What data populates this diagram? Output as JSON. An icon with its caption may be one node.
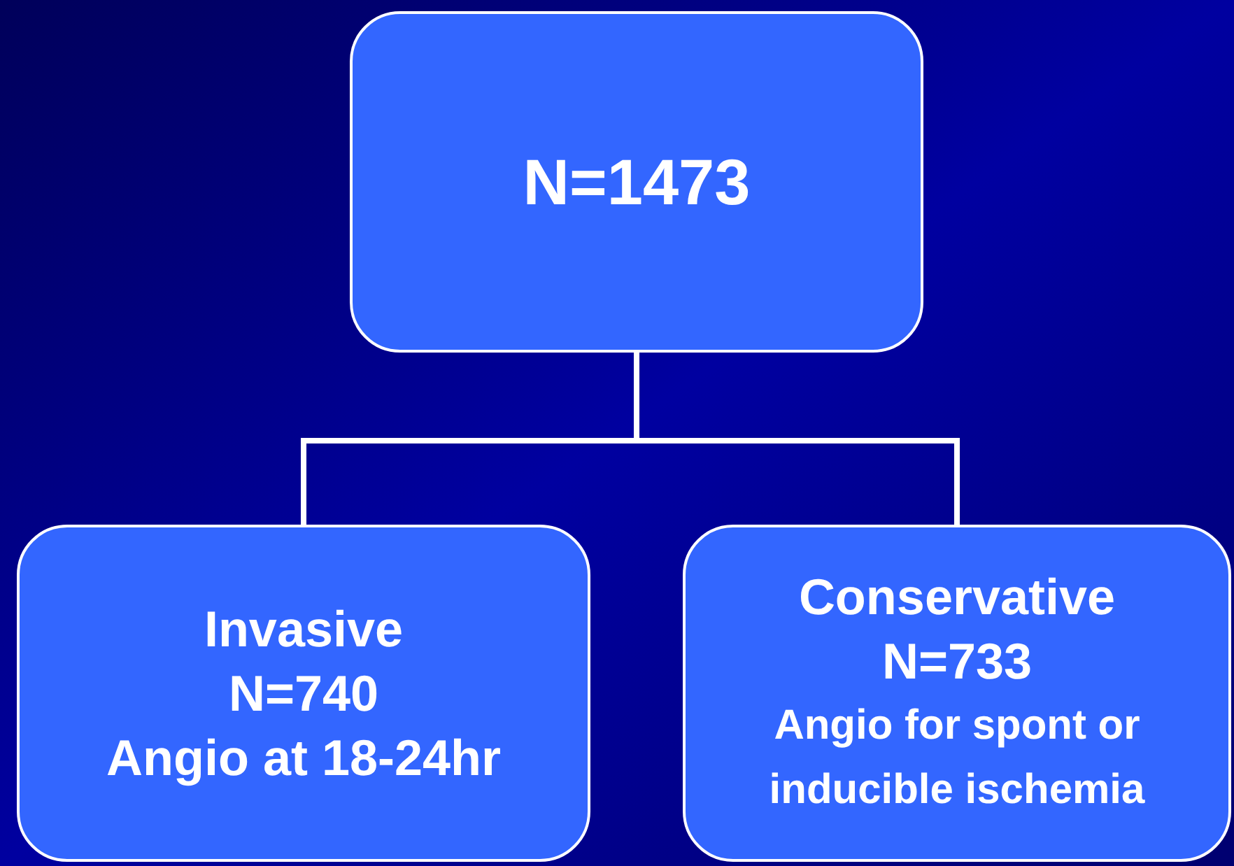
{
  "diagram": {
    "nodes": [
      {
        "text": [
          "N=1473"
        ]
      },
      {
        "text": [
          "Invasive",
          "N=740",
          "Angio at 18-24hr"
        ]
      },
      {
        "text": [
          "Conservative",
          "N=733",
          "Angio for spont or inducible ischemia"
        ]
      }
    ],
    "edges": [
      {
        "from": 0,
        "to": 1,
        "arrow": "none"
      },
      {
        "from": 0,
        "to": 2,
        "arrow": "none"
      }
    ]
  }
}
